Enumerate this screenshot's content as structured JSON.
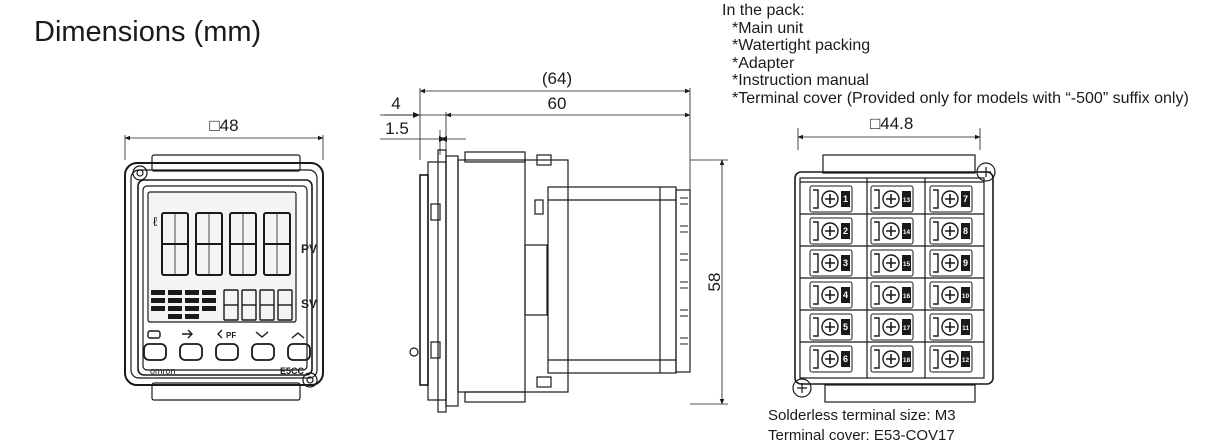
{
  "title": "Dimensions (mm)",
  "pack": {
    "heading": "In the pack:",
    "items": [
      "*Main unit",
      "*Watertight packing",
      "*Adapter",
      "*Instruction manual",
      "*Terminal cover (Provided only for models with “-500” suffix only)"
    ]
  },
  "front": {
    "width_label": "□48",
    "pv_label": "PV",
    "sv_label": "SV",
    "brand": "omron",
    "model": "E5CC",
    "pf_label": "PF"
  },
  "side": {
    "overall_label": "(64)",
    "body_label": "60",
    "bezel_label": "4",
    "flange_label": "1.5",
    "height_label": "58"
  },
  "rear": {
    "width_label": "□44.8",
    "terminals": [
      [
        "1",
        "13",
        "7"
      ],
      [
        "2",
        "14",
        "8"
      ],
      [
        "3",
        "15",
        "9"
      ],
      [
        "4",
        "16",
        "10"
      ],
      [
        "5",
        "17",
        "11"
      ],
      [
        "6",
        "18",
        "12"
      ]
    ]
  },
  "notes": [
    "Solderless terminal size: M3",
    "Terminal cover: E53-COV17"
  ]
}
